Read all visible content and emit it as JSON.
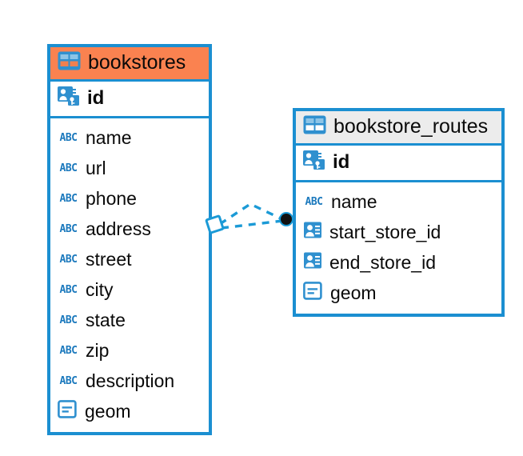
{
  "diagram": {
    "type": "entity-relationship-diagram",
    "background_color": "#ffffff",
    "accent_color": "#1b8fd1",
    "highlight_color": "#fa8250"
  },
  "entities": [
    {
      "name": "bookstores",
      "header_style": "orange",
      "header_icon": "table-icon",
      "primary_key": {
        "label": "id",
        "icon": "primary-key-icon"
      },
      "fields": [
        {
          "label": "name",
          "icon": "abc-text-icon",
          "type": "text"
        },
        {
          "label": "url",
          "icon": "abc-text-icon",
          "type": "text"
        },
        {
          "label": "phone",
          "icon": "abc-text-icon",
          "type": "text"
        },
        {
          "label": "address",
          "icon": "abc-text-icon",
          "type": "text"
        },
        {
          "label": "street",
          "icon": "abc-text-icon",
          "type": "text"
        },
        {
          "label": "city",
          "icon": "abc-text-icon",
          "type": "text"
        },
        {
          "label": "state",
          "icon": "abc-text-icon",
          "type": "text"
        },
        {
          "label": "zip",
          "icon": "abc-text-icon",
          "type": "text"
        },
        {
          "label": "description",
          "icon": "abc-text-icon",
          "type": "text"
        },
        {
          "label": "geom",
          "icon": "geometry-icon",
          "type": "geometry"
        }
      ]
    },
    {
      "name": "bookstore_routes",
      "header_style": "grey",
      "header_icon": "table-icon",
      "primary_key": {
        "label": "id",
        "icon": "primary-key-icon"
      },
      "fields": [
        {
          "label": "name",
          "icon": "abc-text-icon",
          "type": "text"
        },
        {
          "label": "start_store_id",
          "icon": "foreign-key-icon",
          "type": "reference"
        },
        {
          "label": "end_store_id",
          "icon": "foreign-key-icon",
          "type": "reference"
        },
        {
          "label": "geom",
          "icon": "geometry-icon",
          "type": "geometry"
        }
      ]
    }
  ],
  "relationship": {
    "source_entity": "bookstores",
    "target_entity": "bookstore_routes",
    "line_style": "dashed",
    "line_color": "#1b9ad6",
    "source_marker": "diamond-marker",
    "target_marker": "filled-circle-marker",
    "target_marker_color": "#111111"
  }
}
